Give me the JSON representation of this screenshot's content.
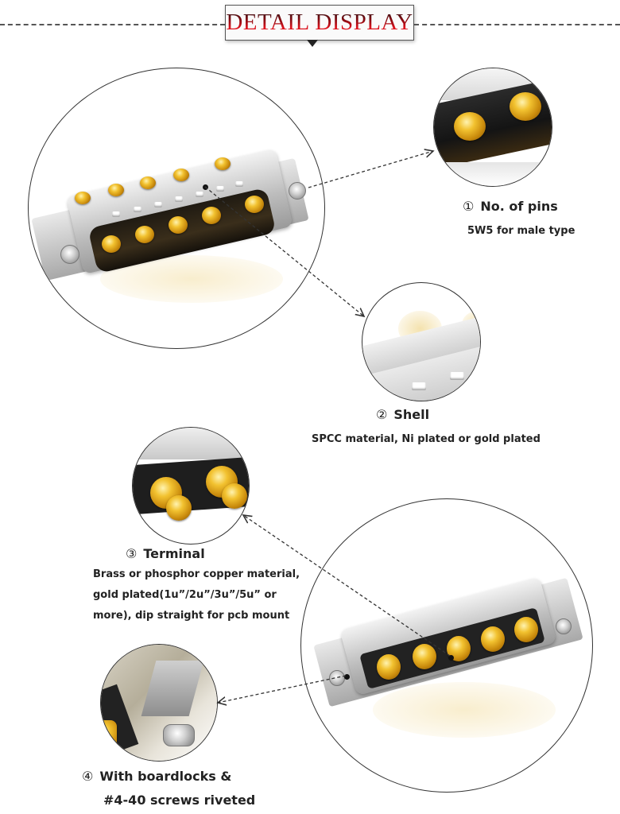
{
  "header": {
    "title": "DETAIL DISPLAY",
    "title_color": "#c8101c"
  },
  "features": [
    {
      "number": "①",
      "title": "No. of pins",
      "description": [
        "5W5 for male type"
      ]
    },
    {
      "number": "②",
      "title": "Shell",
      "description": [
        "SPCC material, Ni plated or gold plated"
      ]
    },
    {
      "number": "③",
      "title": "Terminal",
      "description": [
        "Brass or phosphor copper material,",
        "gold plated(1u”/2u”/3u”/5u” or",
        "more), dip straight for pcb mount"
      ]
    },
    {
      "number": "④",
      "title": "With boardlocks &",
      "description": [
        "#4-40 screws riveted"
      ]
    }
  ],
  "images": {
    "main_top": "5W5 D-sub connector, front view with 5 gold pins",
    "main_bottom": "5W5 D-sub connector, rear view with 5 gold terminals",
    "detail_pins": "Close-up of gold pins in black insulator",
    "detail_shell": "Close-up of metal shell edge",
    "detail_terminal": "Close-up of two gold terminals",
    "detail_boardlock": "Close-up of boardlock and riveted screw"
  },
  "colors": {
    "gold": "#e0a81c",
    "insulator": "#1c1a17",
    "shell": "#c4c4c4"
  }
}
